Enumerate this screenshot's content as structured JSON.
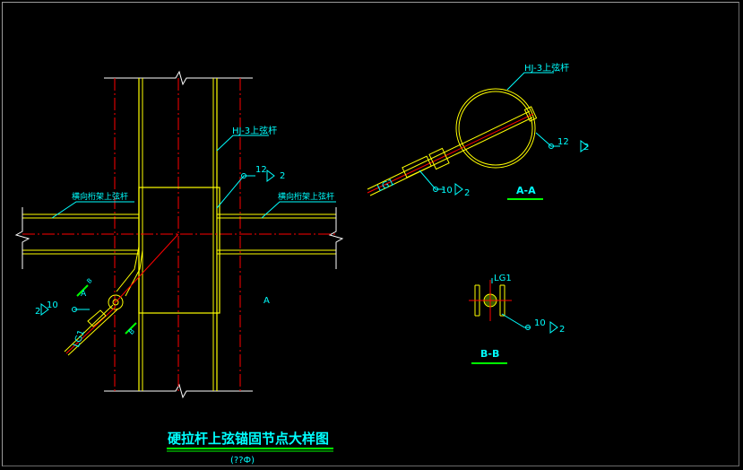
{
  "drawing": {
    "title": "硬拉杆上弦锚固节点大样图",
    "subtitle": "(??Ф)",
    "labels": {
      "hj_main": "HJ-3上弦杆",
      "hj_section": "HJ-3上弦杆",
      "left_truss": "横向桁架上弦杆",
      "right_truss": "横向桁架上弦杆",
      "weld_12_main": "12",
      "weld_2_main": "2",
      "weld_10_left": "10",
      "weld_2_left": "2",
      "lg1_main": "LG1",
      "a_mark": "A",
      "b_mark_1": "B",
      "b_mark_2": "B",
      "aa_weld_12": "12",
      "aa_weld_2": "2",
      "aa_weld_10": "10",
      "aa_weld_2b": "2",
      "aa_lg1": "LG1",
      "aa_title": "A-A",
      "bb_lg1": "LG1",
      "bb_weld_10": "10",
      "bb_weld_2": "2",
      "bb_title": "B-B",
      "center_a": "A"
    }
  },
  "colors": {
    "background": "#000000",
    "yellow": "#ffff00",
    "red": "#ff0000",
    "green": "#00ff00",
    "cyan": "#00ffff",
    "white": "#ffffff",
    "orange": "#ff8000"
  }
}
